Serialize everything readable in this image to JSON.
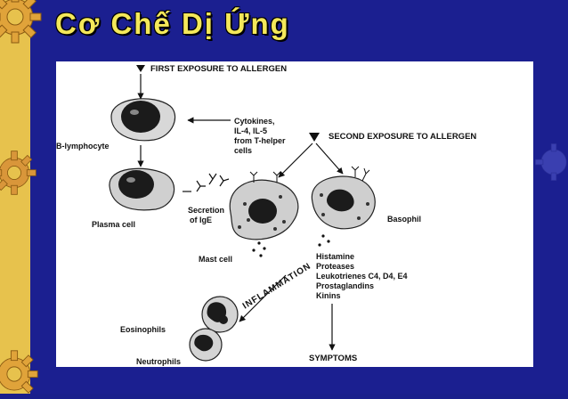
{
  "slide": {
    "title": "Cơ Chế Dị Ứng",
    "colors": {
      "background": "#1b1f90",
      "title": "#f4e85a",
      "stripe": "#e7c24d"
    }
  },
  "diagram": {
    "first_exposure": "FIRST EXPOSURE TO ALLERGEN",
    "second_exposure": "SECOND EXPOSURE TO ALLERGEN",
    "cytokines": [
      "Cytokines,",
      "IL-4, IL-5",
      "from T-helper",
      "cells"
    ],
    "b_lymphocyte": "B-lymphocyte",
    "plasma_cell": "Plasma cell",
    "secretion": [
      "Secretion",
      "of IgE"
    ],
    "mast_cell": "Mast cell",
    "basophil": "Basophil",
    "mediators": [
      "Histamine",
      "Proteases",
      "Leukotrienes C4, D4, E4",
      "Prostaglandins",
      "Kinins"
    ],
    "inflammation": "INFLAMMATION",
    "eosinophils": "Eosinophils",
    "neutrophils": "Neutrophils",
    "symptoms": "SYMPTOMS"
  }
}
